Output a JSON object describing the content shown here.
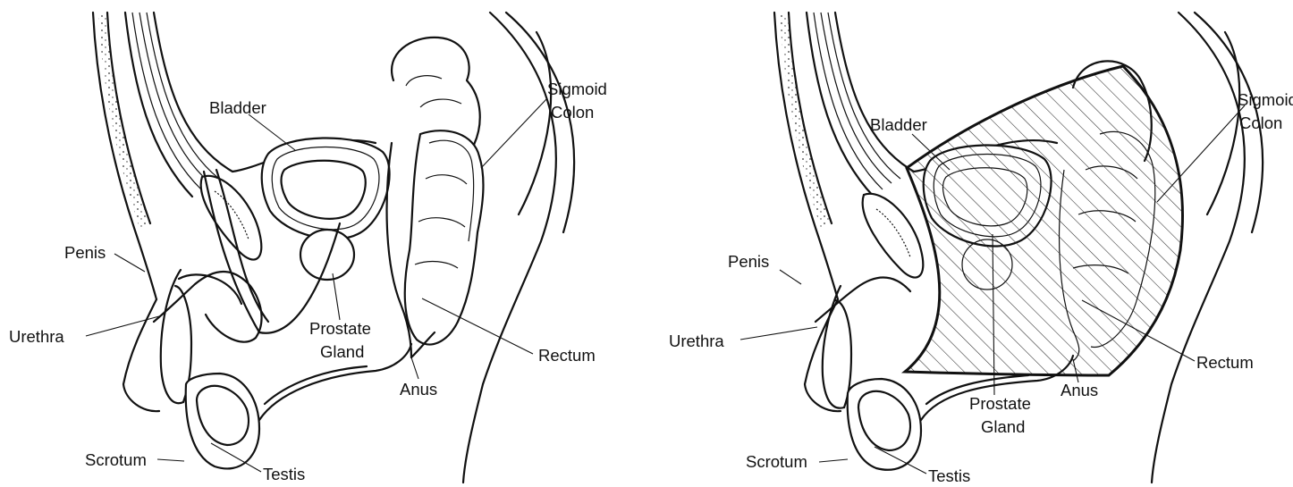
{
  "left_panel": {
    "labels": {
      "bladder": "Bladder",
      "sigmoid_colon_1": "Sigmoid",
      "sigmoid_colon_2": "Colon",
      "penis": "Penis",
      "urethra": "Urethra",
      "prostate_gland_1": "Prostate",
      "prostate_gland_2": "Gland",
      "rectum": "Rectum",
      "anus": "Anus",
      "scrotum": "Scrotum",
      "testis": "Testis"
    }
  },
  "right_panel": {
    "labels": {
      "bladder": "Bladder",
      "sigmoid_colon_1": "Sigmoid",
      "sigmoid_colon_2": "Colon",
      "penis": "Penis",
      "urethra": "Urethra",
      "prostate_gland_1": "Prostate",
      "prostate_gland_2": "Gland",
      "rectum": "Rectum",
      "anus": "Anus",
      "scrotum": "Scrotum",
      "testis": "Testis"
    }
  }
}
